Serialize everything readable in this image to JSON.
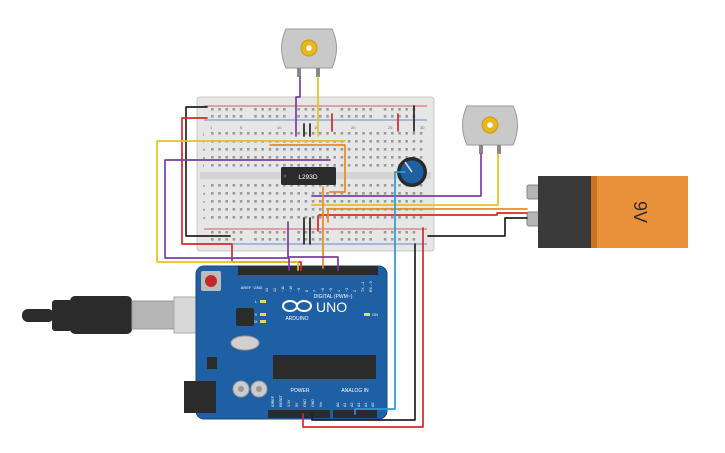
{
  "battery": {
    "label": "9V"
  },
  "chip": {
    "label": "L293D"
  },
  "arduino": {
    "model": "UNO",
    "brand": "ARDUINO",
    "digital_label": "DIGITAL (PWM~)",
    "power_label": "POWER",
    "analog_label": "ANALOG IN",
    "on_label": "ON",
    "aref_label": "AREF",
    "gnd_label": "GND",
    "l_label": "L",
    "tx_label": "TX",
    "rx_label": "RX",
    "digital_pins": [
      "13",
      "12",
      "~11",
      "~10",
      "~9",
      "8",
      "7",
      "~6",
      "~5",
      "4",
      "~3",
      "2",
      "TX→1",
      "RX←0"
    ],
    "power_pins": [
      "IOREF",
      "RESET",
      "3.3V",
      "5V",
      "GND",
      "GND",
      "Vin"
    ],
    "analog_pins": [
      "A0",
      "A1",
      "A2",
      "A3",
      "A4",
      "A5"
    ]
  },
  "breadboard": {
    "row_letters_top": [
      "j",
      "i",
      "h",
      "g",
      "f"
    ],
    "row_letters_bottom": [
      "e",
      "d",
      "c",
      "b",
      "a"
    ],
    "column_numbers": [
      "1",
      "5",
      "10",
      "15",
      "20",
      "25",
      "30"
    ]
  },
  "colors": {
    "wire_red": "#d42a2a",
    "wire_black": "#222222",
    "wire_purple": "#7a3fa0",
    "wire_yellow": "#e8c21a",
    "wire_orange": "#e8892a",
    "wire_blue": "#2a9ad8",
    "board_blue": "#1f5fa3",
    "battery_orange": "#e8913a"
  }
}
